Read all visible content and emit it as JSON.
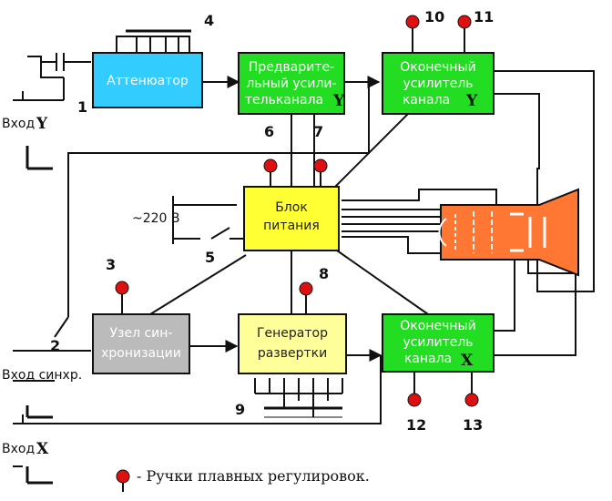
{
  "blocks": {
    "attenuator": "Аттенюатор",
    "preamp": [
      "Предваритe-",
      "льный усили-",
      "тельканала"
    ],
    "preamp_suffix": "Y",
    "final_y": [
      "Оконечный",
      "усилитель",
      "канала"
    ],
    "final_y_suffix": "Y",
    "power": [
      "Блок",
      "питания"
    ],
    "sync": [
      "Узел син-",
      "хронизации"
    ],
    "sweep": [
      "Генератор",
      "развертки"
    ],
    "final_x": [
      "Оконечный",
      "усилитель",
      "канала"
    ],
    "final_x_suffix": "X"
  },
  "inputs": {
    "y": "Вход",
    "y_suffix": "Y",
    "sync": "Вход синхр.",
    "x": "Вход",
    "x_suffix": "X"
  },
  "mains": "~220 В",
  "numbers": [
    "1",
    "2",
    "3",
    "4",
    "5",
    "6",
    "7",
    "8",
    "9",
    "10",
    "11",
    "12",
    "13"
  ],
  "legend": "- Ручки плавных регулировок.",
  "colors": {
    "attenuator": "#33ccff",
    "green": "#22dd22",
    "yellow": "#ffff33",
    "gray": "#bbbbbb",
    "knob": "#dd1111",
    "crt": "#ff7733"
  }
}
